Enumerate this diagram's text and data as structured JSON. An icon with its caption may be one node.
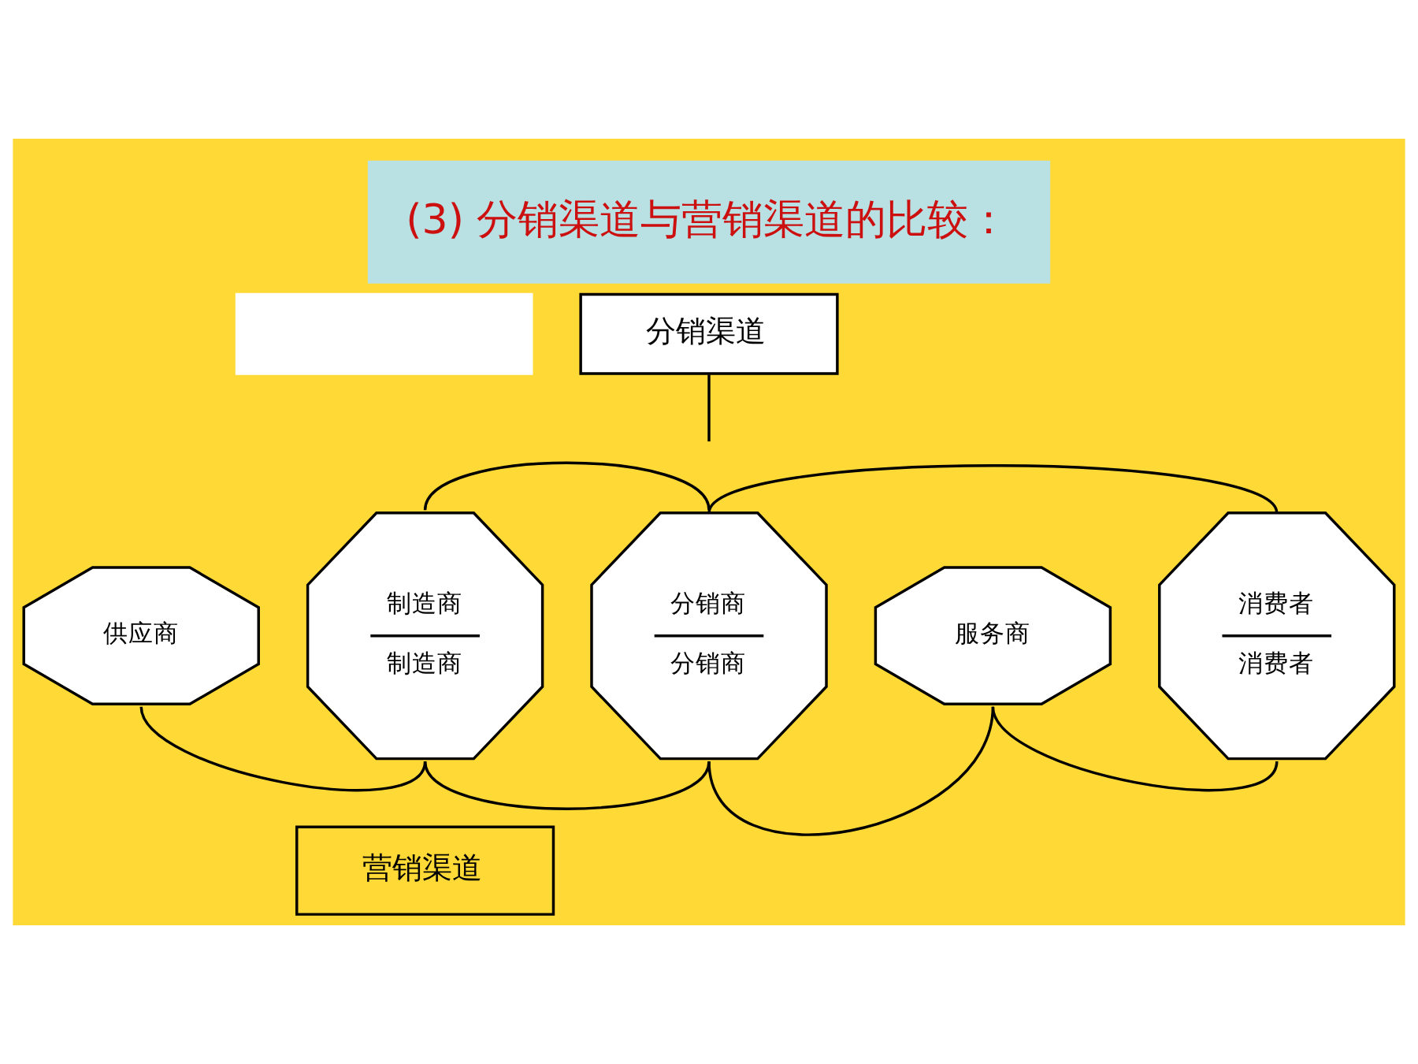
{
  "diagram": {
    "title": "(3) 分销渠道与营销渠道的比较：",
    "nodes": [
      {
        "text": [],
        "shape": "box"
      },
      {
        "text": [
          "分销渠道"
        ]
      },
      {
        "text": [
          "供应商"
        ]
      },
      {
        "text": [
          "制造商",
          "制造商"
        ]
      },
      {
        "text": [
          "分销商",
          "分销商"
        ]
      },
      {
        "text": [
          "服务商"
        ]
      },
      {
        "text": [
          "消费者",
          "消费者"
        ]
      },
      {
        "text": [
          "营销渠道"
        ]
      }
    ],
    "edges": [
      {
        "from": 1,
        "to": null,
        "arrow": "none"
      },
      {
        "from": 3,
        "to": 4,
        "arrow": "none"
      },
      {
        "from": 4,
        "to": 6,
        "arrow": "none"
      },
      {
        "from": 2,
        "to": 3,
        "arrow": "none"
      },
      {
        "from": 3,
        "to": 4,
        "arrow": "none"
      },
      {
        "from": 4,
        "to": 5,
        "arrow": "none"
      },
      {
        "from": 5,
        "to": 6,
        "arrow": "none"
      }
    ]
  }
}
